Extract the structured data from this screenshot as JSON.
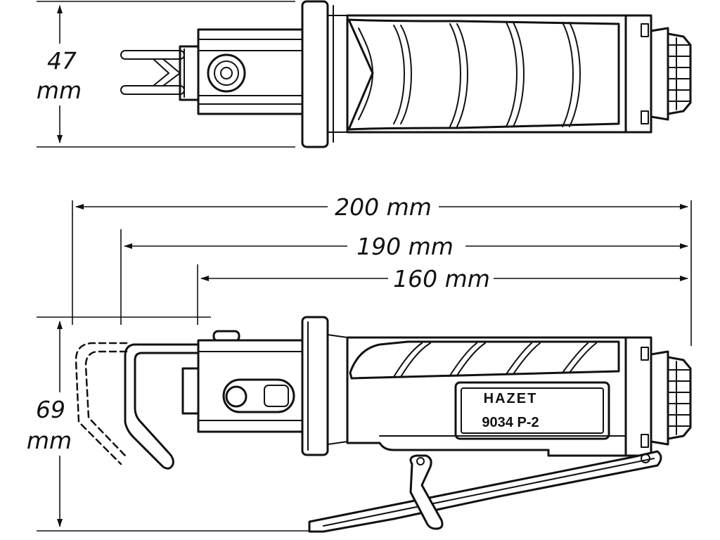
{
  "dimensions": {
    "width_top": {
      "value": "47",
      "unit": "mm"
    },
    "height_side": {
      "value": "69",
      "unit": "mm"
    },
    "length_total": "200 mm",
    "length_mid": "190 mm",
    "length_body": "160 mm"
  },
  "tool_label": {
    "brand": "HAZET",
    "model": "9034 P-2"
  },
  "colors": {
    "line": "#111111",
    "background": "#ffffff"
  }
}
